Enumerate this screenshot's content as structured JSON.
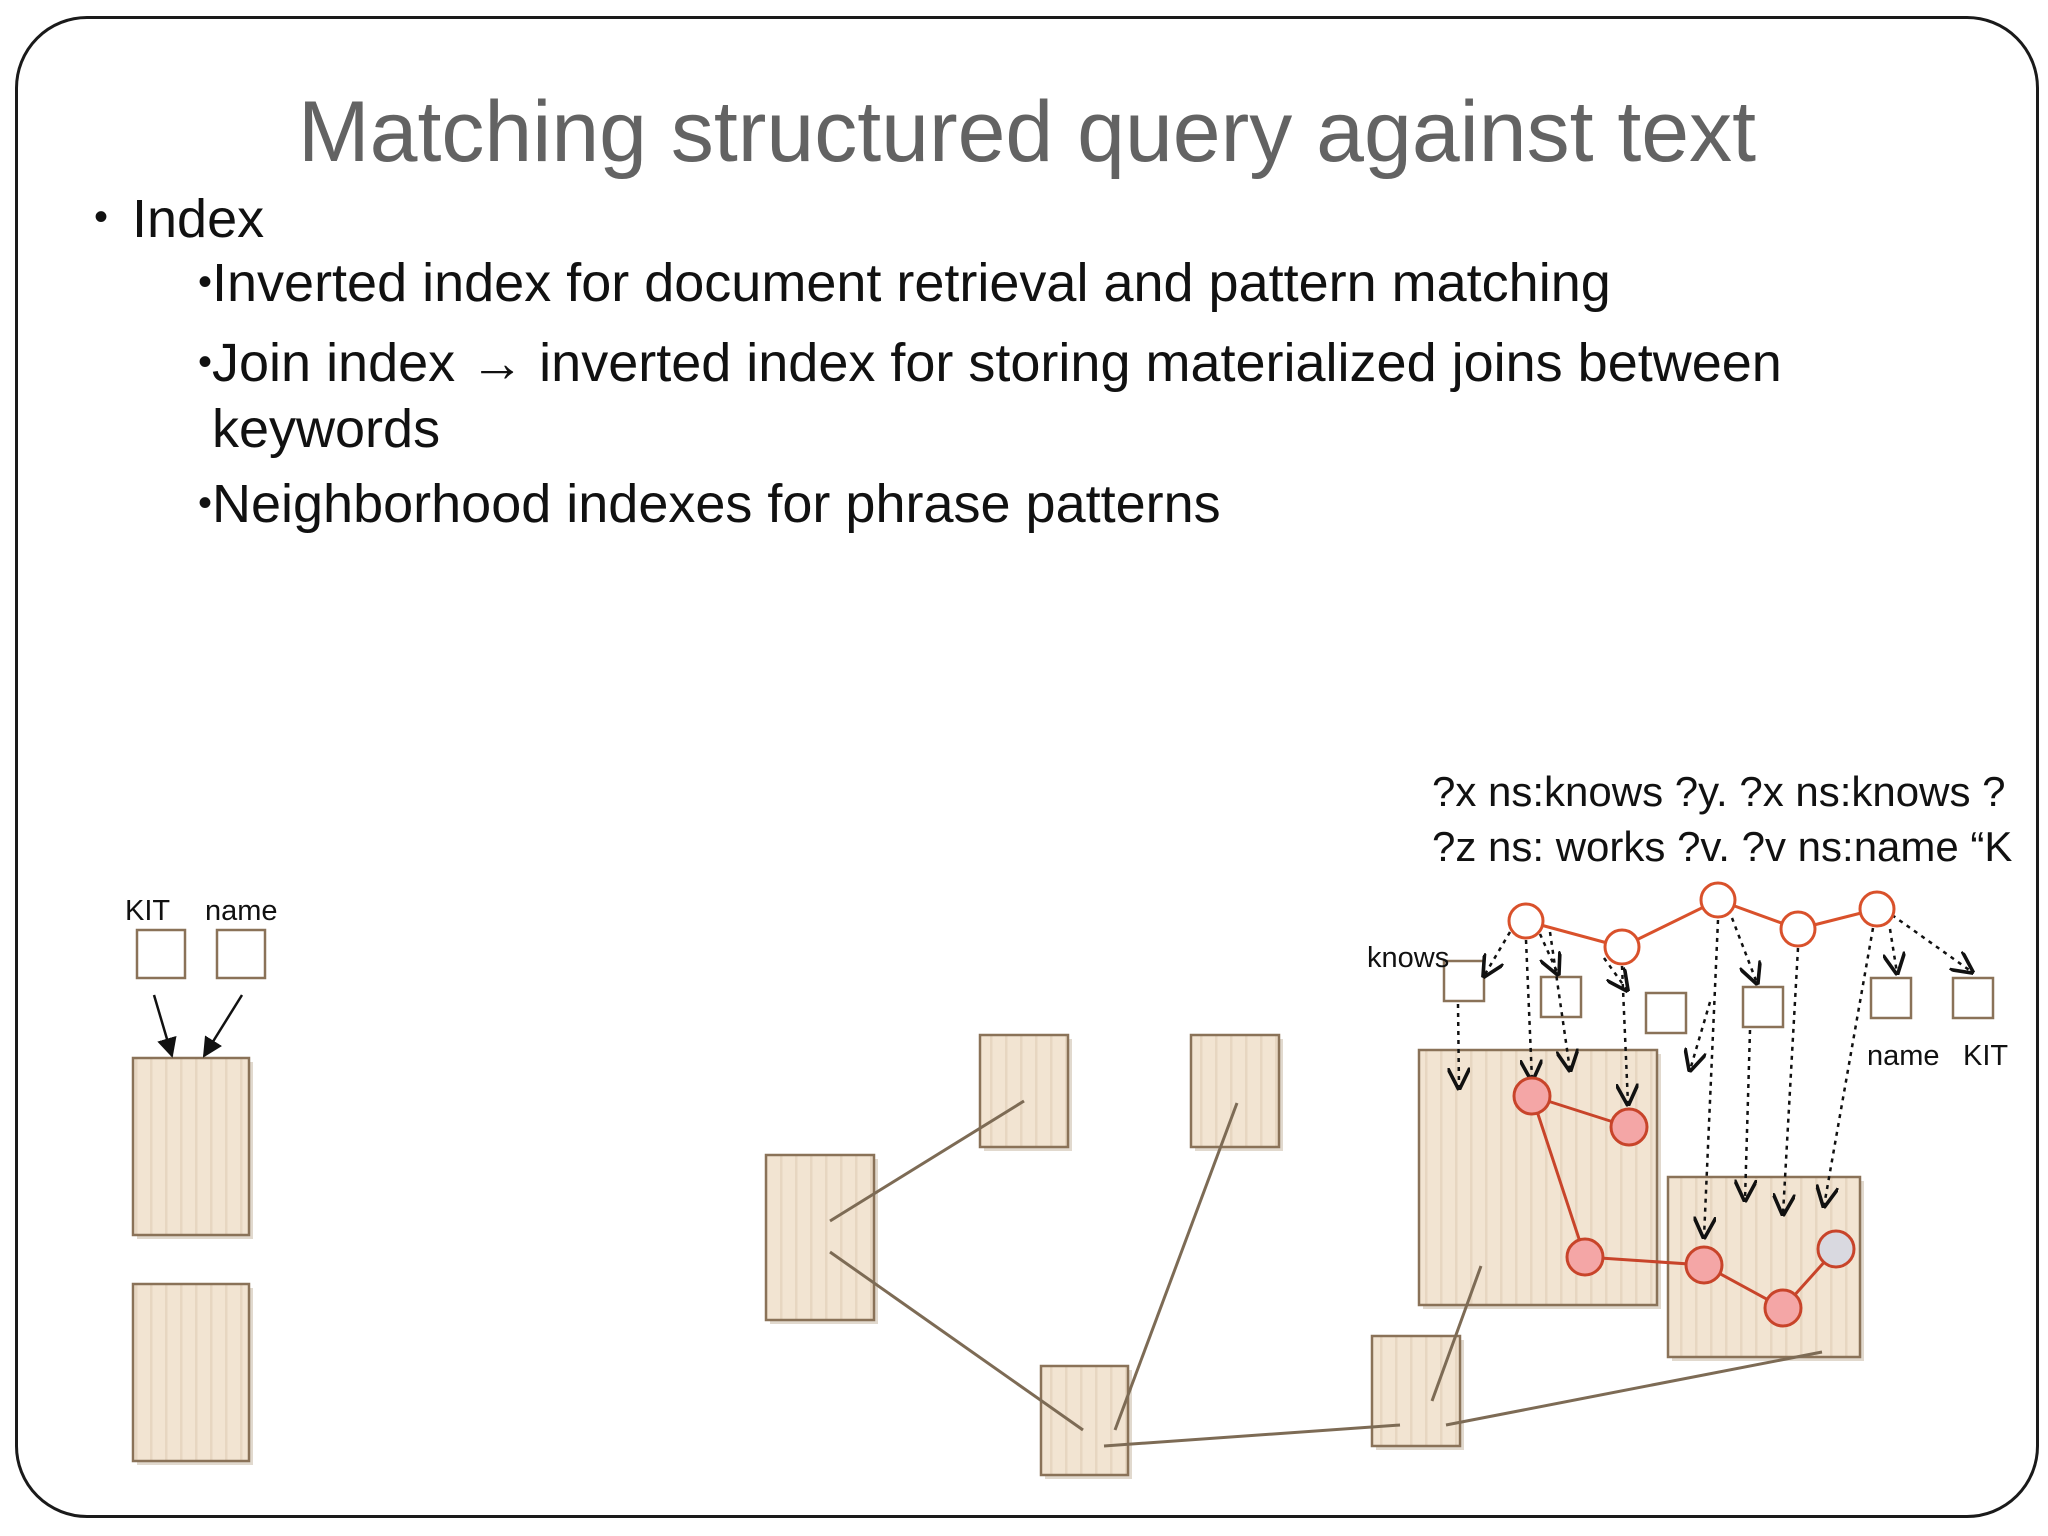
{
  "slide": {
    "title": "Matching structured query against text",
    "bullets": [
      {
        "text": "Index",
        "level": 1
      },
      {
        "text": "Inverted index for document retrieval and pattern matching",
        "level": 2
      },
      {
        "text": "Join index → inverted index for storing materialized  joins between",
        "level": 2,
        "continuation": "keywords"
      },
      {
        "text": "Neighborhood indexes for phrase patterns",
        "level": 2
      }
    ]
  },
  "diagram": {
    "query_lines": [
      "?x ns:knows ?y. ?x ns:knows ?",
      "?z ns: works ?v. ?v ns:name “K"
    ],
    "left_labels": {
      "kit": "KIT",
      "name": "name"
    },
    "right_labels": {
      "knows": "knows",
      "name": "name",
      "kit": "KIT"
    },
    "colors": {
      "doc_fill": "#f2e4d2",
      "doc_stripe": "#e7d6c1",
      "doc_border": "#8a7258",
      "link": "#7d6b55",
      "query_node": "#d9512b",
      "match_fill": "#f4a6a6",
      "match_stroke": "#c8442a",
      "unmatched_fill": "#d9d9e0",
      "arrow": "#111111"
    }
  }
}
